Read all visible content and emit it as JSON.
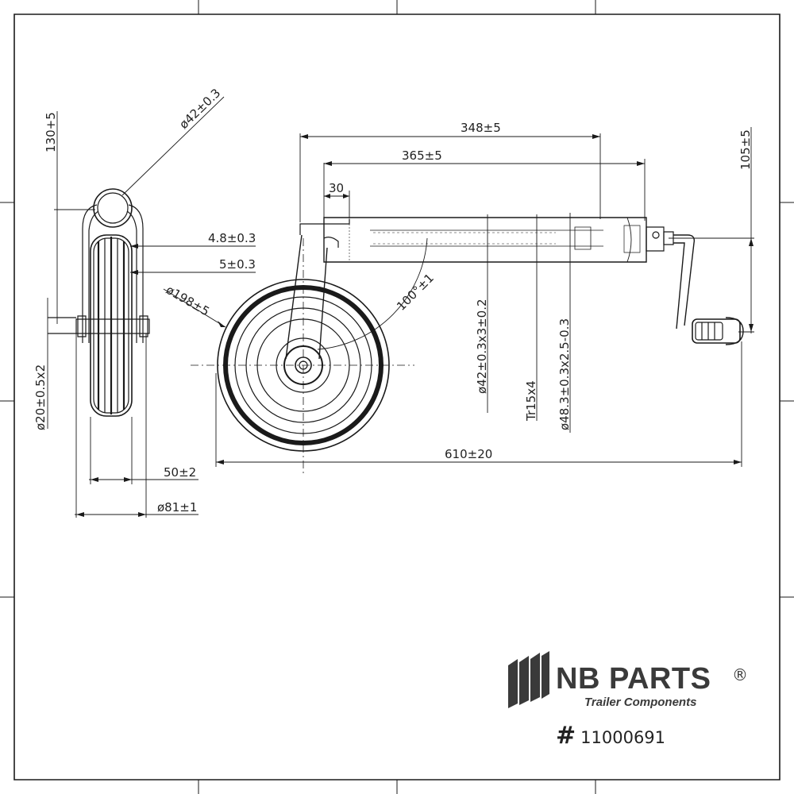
{
  "dimensions": {
    "d130": "130+5",
    "d42": "ø42±0.3",
    "d4_8": "4.8±0.3",
    "d5": "5±0.3",
    "d198": "ø198±5",
    "d20": "ø20±0.5x2",
    "d50": "50±2",
    "d81": "ø81±1",
    "d348": "348±5",
    "d365": "365±5",
    "d30": "30",
    "d100": "100°±1",
    "d42tube": "ø42±0.3x3±0.2",
    "dTr": "Tr15x4",
    "d48": "ø48.3±0.3x2.5-0.3",
    "d610": "610±20",
    "d105": "105±5"
  },
  "logo": {
    "brand": "NB PARTS",
    "registered": "®",
    "tagline": "Trailer Components",
    "icon": "nb-parts-stripes-icon"
  },
  "part": {
    "hash": "#",
    "number": "11000691"
  },
  "colors": {
    "line": "#1a1a1a",
    "logo": "#3a3a3a"
  }
}
